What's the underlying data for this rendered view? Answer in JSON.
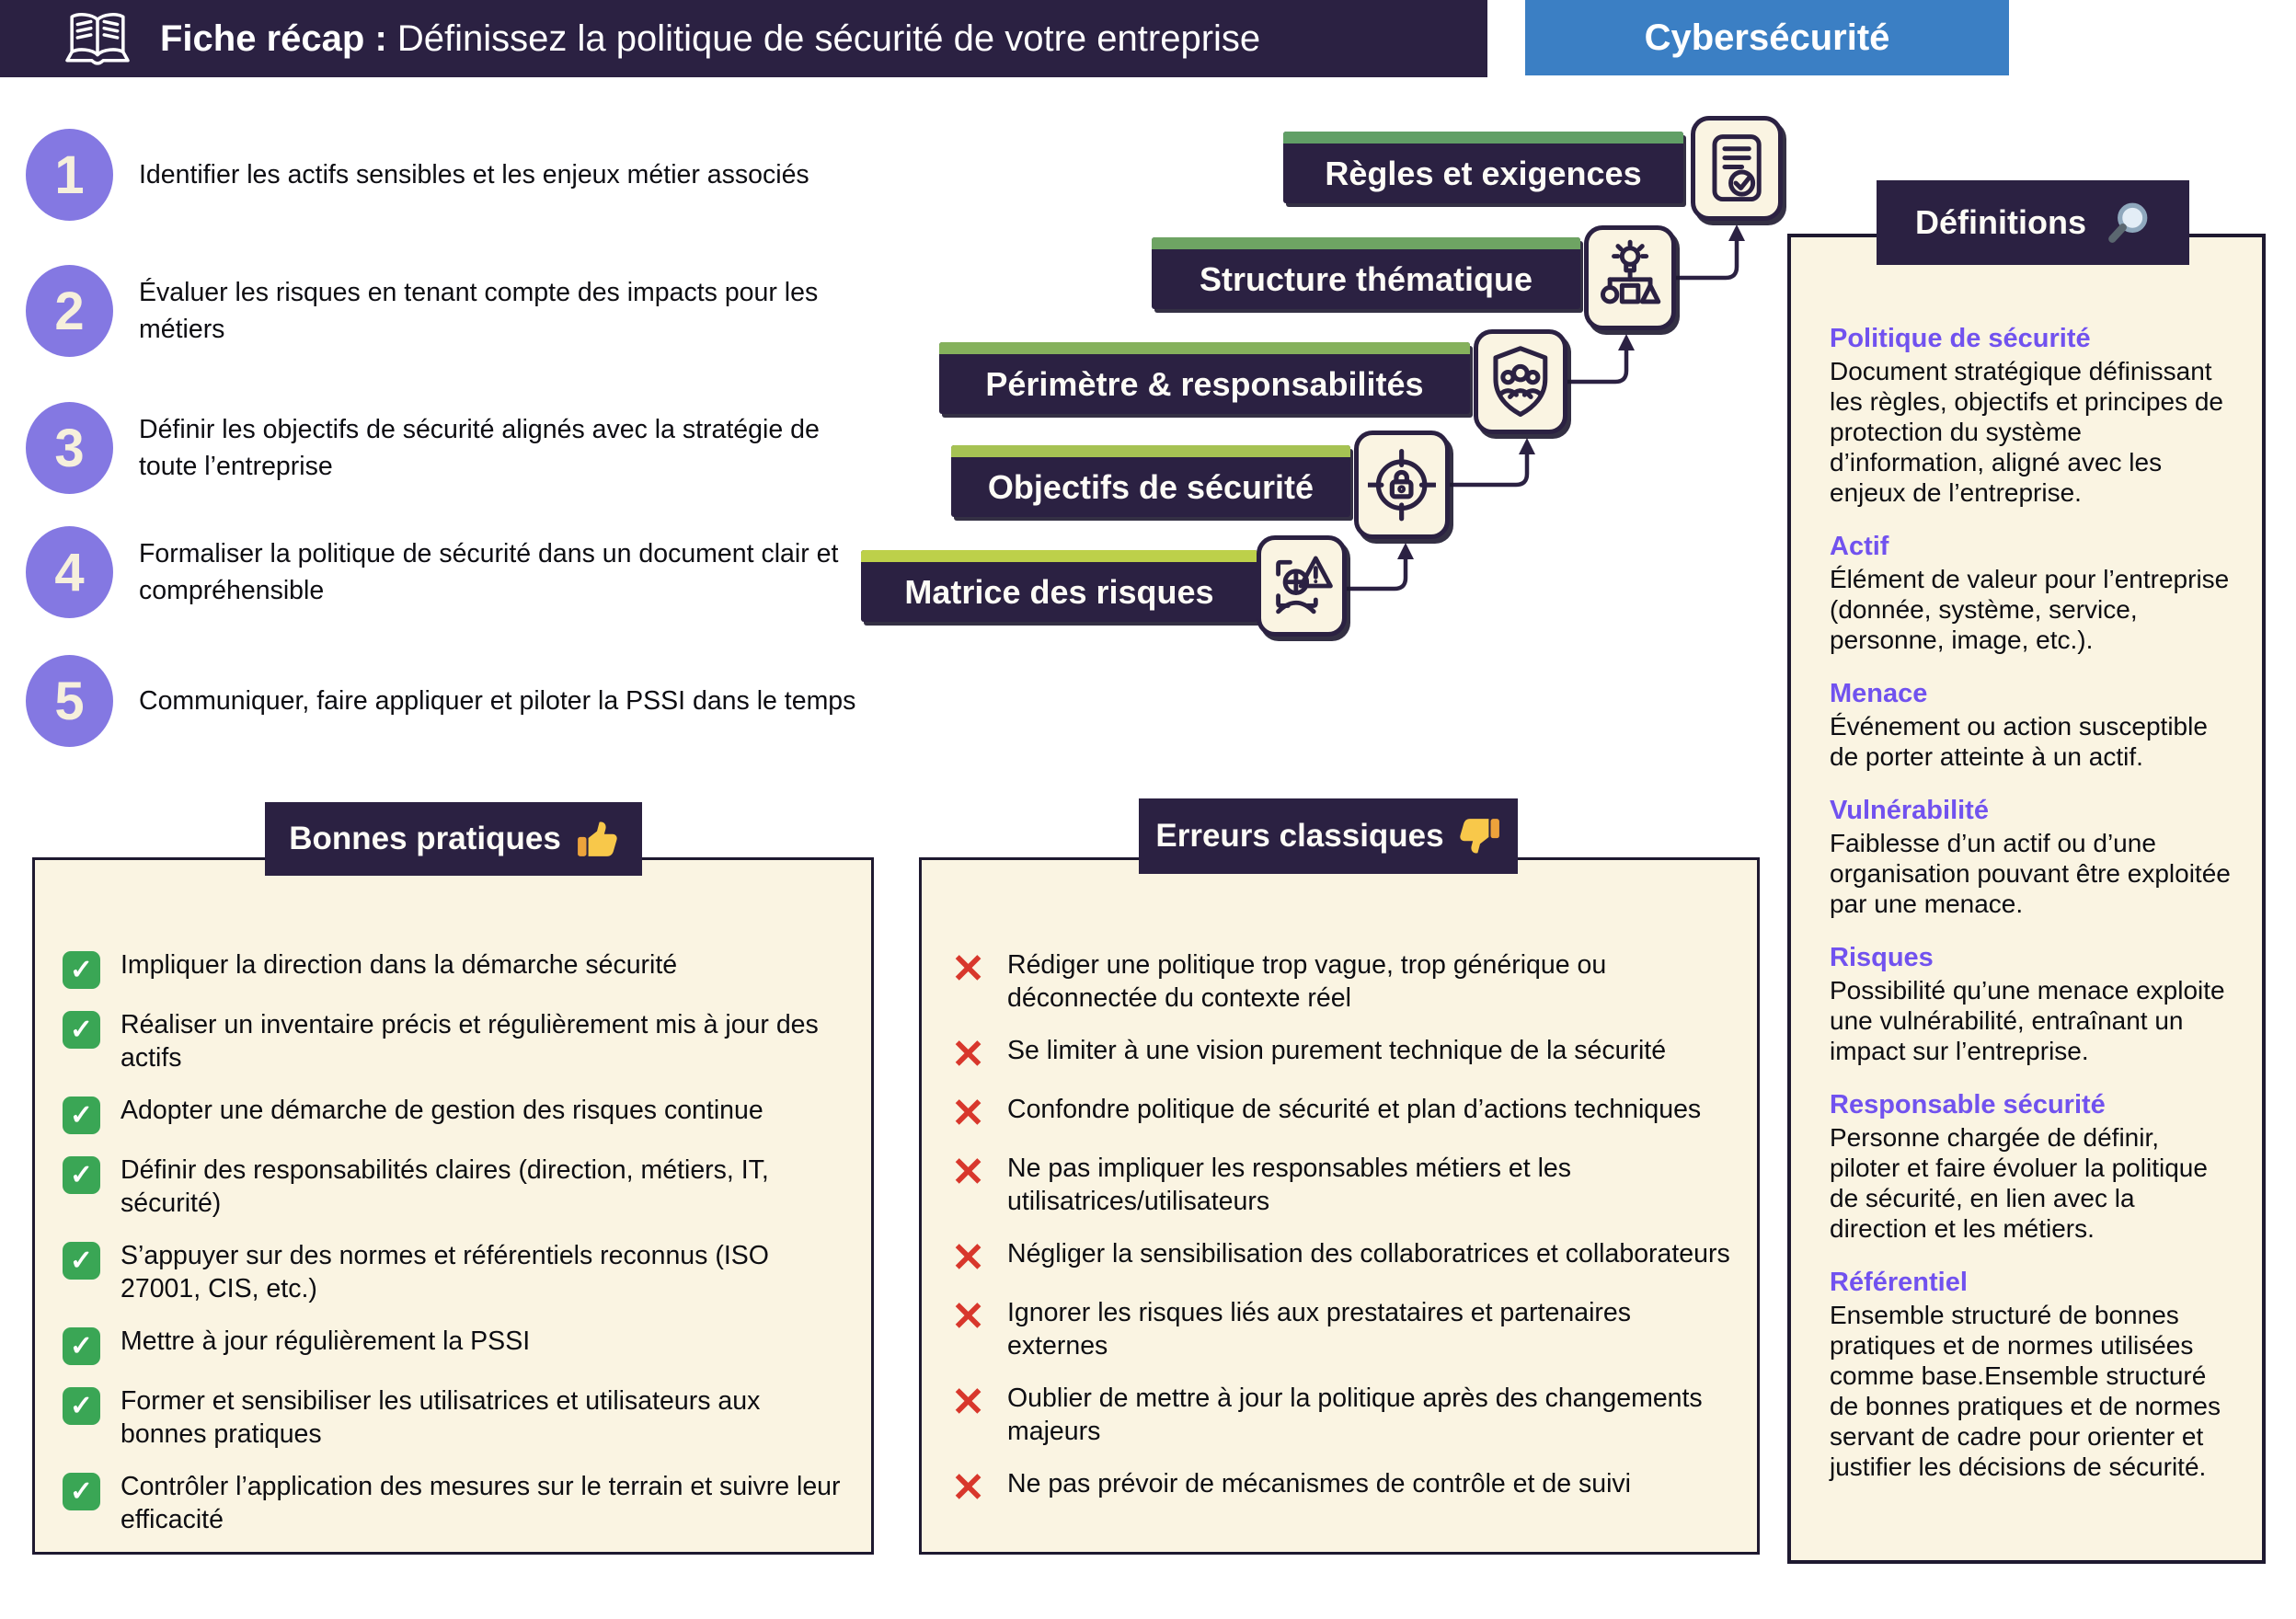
{
  "header": {
    "title_bold": "Fiche récap :",
    "title_rest": " Définissez la politique de sécurité de votre entreprise",
    "badge": "Cybersécurité"
  },
  "steps": [
    {
      "num": "1",
      "text": "Identifier les actifs sensibles et les enjeux métier associés"
    },
    {
      "num": "2",
      "text": "Évaluer les risques en tenant compte des impacts pour les métiers"
    },
    {
      "num": "3",
      "text": "Définir les objectifs de sécurité alignés avec la stratégie de toute l’entreprise"
    },
    {
      "num": "4",
      "text": "Formaliser la politique de sécurité dans un document clair et compréhensible"
    },
    {
      "num": "5",
      "text": "Communiquer, faire appliquer et piloter la PSSI dans le temps"
    }
  ],
  "staircase": {
    "items": [
      {
        "label": "Règles et exigences",
        "icon": "document-check-icon",
        "strip_color": "#619f66"
      },
      {
        "label": "Structure thématique",
        "icon": "idea-structure-icon",
        "strip_color": "#6ea463"
      },
      {
        "label": "Périmètre & responsabilités",
        "icon": "shield-people-icon",
        "strip_color": "#85b15c"
      },
      {
        "label": "Objectifs de sécurité",
        "icon": "target-lock-icon",
        "strip_color": "#a6c253"
      },
      {
        "label": "Matrice des risques",
        "icon": "risk-person-icon",
        "strip_color": "#bdd04a"
      }
    ]
  },
  "definitions": {
    "title": "Définitions",
    "icon": "magnifier-icon",
    "items": [
      {
        "term": "Politique de sécurité",
        "def": "Document stratégique définissant les règles, objectifs et principes de protection du système d’information, aligné avec les enjeux de l’entreprise."
      },
      {
        "term": "Actif",
        "def": "Élément de valeur pour l’entreprise (donnée, système, service, personne, image, etc.)."
      },
      {
        "term": "Menace",
        "def": "Événement ou action susceptible de porter atteinte à un actif."
      },
      {
        "term": "Vulnérabilité",
        "def": "Faiblesse d’un actif ou d’une organisation pouvant être exploitée par une menace."
      },
      {
        "term": "Risques",
        "def": "Possibilité qu’une menace exploite une vulnérabilité, entraînant un impact sur l’entreprise."
      },
      {
        "term": "Responsable sécurité",
        "def": "Personne chargée de définir, piloter et faire évoluer la politique de sécurité, en lien avec la direction et les métiers."
      },
      {
        "term": "Référentiel",
        "def": "Ensemble structuré de bonnes pratiques et de normes utilisées comme base.Ensemble structuré de bonnes pratiques et de normes servant de cadre pour orienter et justifier les décisions de sécurité."
      }
    ]
  },
  "good_practices": {
    "title": "Bonnes pratiques",
    "icon": "thumbs-up-icon",
    "items": [
      "Impliquer la direction dans la démarche sécurité",
      "Réaliser un inventaire précis et régulièrement mis à jour des actifs",
      "Adopter une démarche de gestion des risques continue",
      "Définir des responsabilités claires (direction, métiers, IT, sécurité)",
      "S’appuyer sur des normes et référentiels reconnus (ISO 27001, CIS, etc.)",
      "Mettre à jour régulièrement la PSSI",
      "Former et sensibiliser les utilisatrices et utilisateurs aux bonnes pratiques",
      "Contrôler l’application des mesures sur le terrain et suivre leur efficacité"
    ]
  },
  "mistakes": {
    "title": "Erreurs classiques",
    "icon": "thumbs-down-icon",
    "items": [
      "Rédiger une politique trop vague, trop générique ou déconnectée du contexte réel",
      "Se limiter à une vision purement technique de la sécurité",
      "Confondre politique de sécurité et plan d’actions techniques",
      "Ne pas impliquer les responsables métiers et les utilisatrices/utilisateurs",
      "Négliger la sensibilisation des collaboratrices et collaborateurs",
      "Ignorer les risques liés aux prestataires et partenaires externes",
      "Oublier de mettre à jour la politique après des changements majeurs",
      "Ne pas prévoir de mécanismes de contrôle et de suivi"
    ]
  },
  "glyphs": {
    "check": "✓",
    "cross": "✕"
  },
  "colors": {
    "dark": "#2b2142",
    "cream": "#faf4e2",
    "badge_blue": "#3b7fc4",
    "step_purple": "#8478e2",
    "term_purple": "#7152ef",
    "check_green": "#3aa655",
    "cross_red": "#d8372c"
  }
}
